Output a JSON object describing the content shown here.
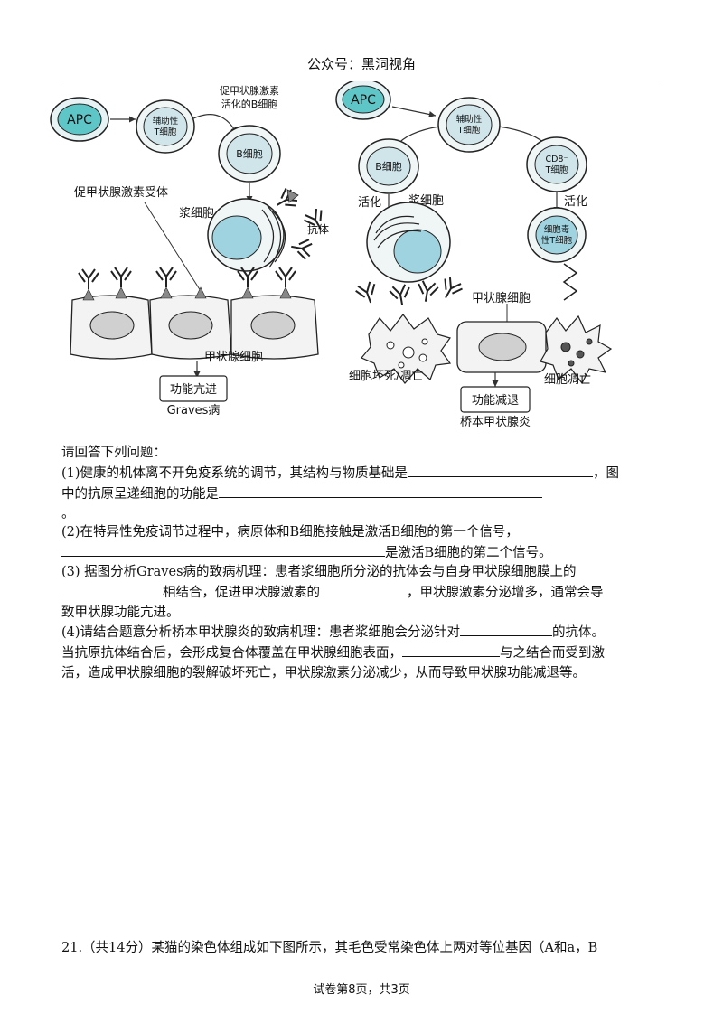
{
  "header": {
    "text": "公众号：黑洞视角"
  },
  "figure": {
    "left": {
      "apc": "APC",
      "th_line1": "辅助性",
      "th_line2": "T细胞",
      "b_caption_line1": "促甲状腺激素",
      "b_caption_line2": "活化的B细胞",
      "b_cell": "B细胞",
      "receptor_label": "促甲状腺激素受体",
      "plasma_label": "浆细胞",
      "antibody_label": "抗体",
      "thyroid_label": "甲状腺细胞",
      "result_box": "功能亢进",
      "disease": "Graves病"
    },
    "right": {
      "apc": "APC",
      "th_line1": "辅助性",
      "th_line2": "T细胞",
      "b_cell": "B细胞",
      "cd8_line1": "CD8⁻",
      "cd8_line2": "T细胞",
      "activate_left": "活化",
      "plasma_label": "浆细胞",
      "activate_right": "活化",
      "ctl_line1": "细胞毒",
      "ctl_line2": "性T细胞",
      "thyroid_label": "甲状腺细胞",
      "necrosis_label": "细胞坏死/凋亡",
      "apoptosis_label": "细胞凋亡",
      "result_box": "功能减退",
      "disease": "桥本甲状腺炎"
    }
  },
  "questions": {
    "intro": "请回答下列问题：",
    "q1_a": "(1)健康的机体离不开免疫系统的调节，其结构与物质基础是",
    "q1_b": "，图",
    "q1_c": "中的抗原呈递细胞的功能是",
    "q1_d": "。",
    "q2_a": "(2)在特异性免疫调节过程中，病原体和B细胞接触是激活B细胞的第一个信号，",
    "q2_b": "是激活B细胞的第二个信号。",
    "q3_a": "(3) 据图分析Graves病的致病机理：患者浆细胞所分泌的抗体会与自身甲状腺细胞膜上的",
    "q3_b": "相结合，促进甲状腺激素的",
    "q3_c": "，甲状腺激素分泌增多，通常会导",
    "q3_d": "致甲状腺功能亢进。",
    "q4_a": "(4)请结合题意分析桥本甲状腺炎的致病机理：患者浆细胞会分泌针对",
    "q4_b": "的抗体。",
    "q4_c": "当抗原抗体结合后，会形成复合体覆盖在甲状腺细胞表面，",
    "q4_d": "与之结合而受到激",
    "q4_e": "活，造成甲状腺细胞的裂解破坏死亡，甲状腺激素分泌减少，从而导致甲状腺功能减退等。",
    "q21": "21.（共14分）某猫的染色体组成如下图所示，其毛色受常染色体上两对等位基因（A和a，B"
  },
  "footer": {
    "text": "试卷第8页，共3页"
  }
}
